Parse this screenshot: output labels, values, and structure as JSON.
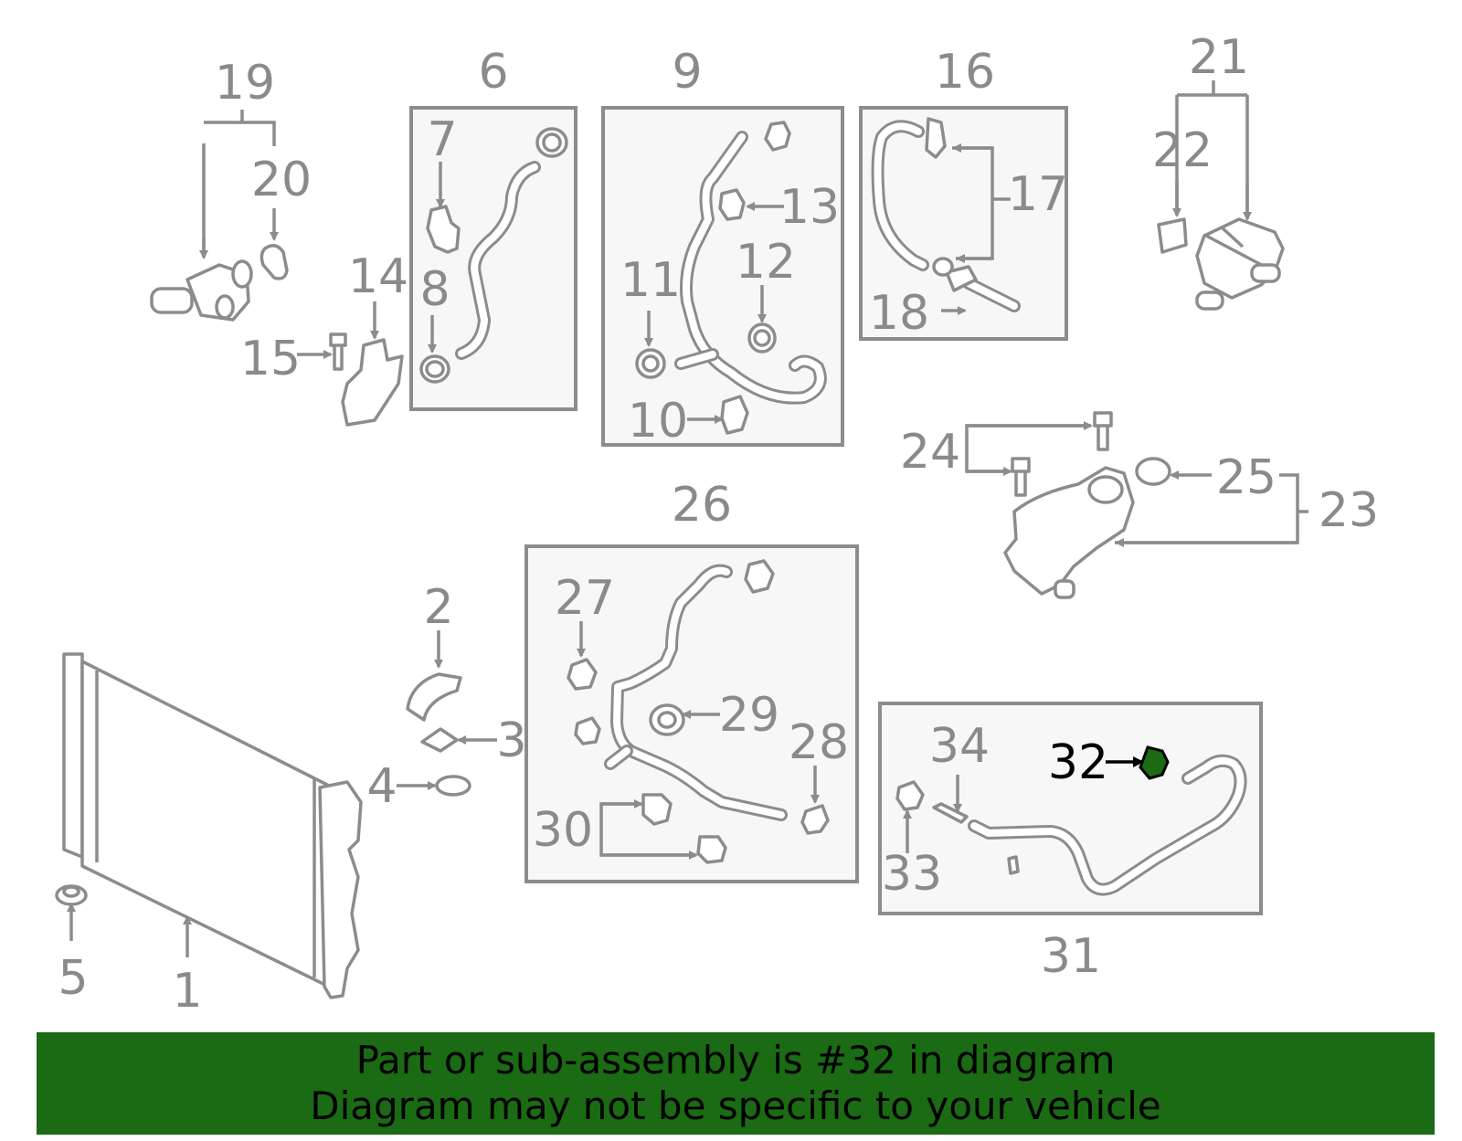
{
  "diagram": {
    "highlight_part": "32",
    "highlight_color": "#1b6a14",
    "labels": {
      "p1": "1",
      "p2": "2",
      "p3": "3",
      "p4": "4",
      "p5": "5",
      "p6": "6",
      "p7": "7",
      "p8": "8",
      "p9": "9",
      "p10": "10",
      "p11": "11",
      "p12": "12",
      "p13": "13",
      "p14": "14",
      "p15": "15",
      "p16": "16",
      "p17": "17",
      "p18": "18",
      "p19": "19",
      "p20": "20",
      "p21": "21",
      "p22": "22",
      "p23": "23",
      "p24": "24",
      "p25": "25",
      "p26": "26",
      "p27": "27",
      "p28": "28",
      "p29": "29",
      "p30": "30",
      "p31": "31",
      "p32": "32",
      "p33": "33",
      "p34": "34"
    }
  },
  "banner": {
    "line1": "Part or sub-assembly is #32 in diagram",
    "line2": "Diagram may not be specific to your vehicle",
    "background": "#1b6a14"
  }
}
